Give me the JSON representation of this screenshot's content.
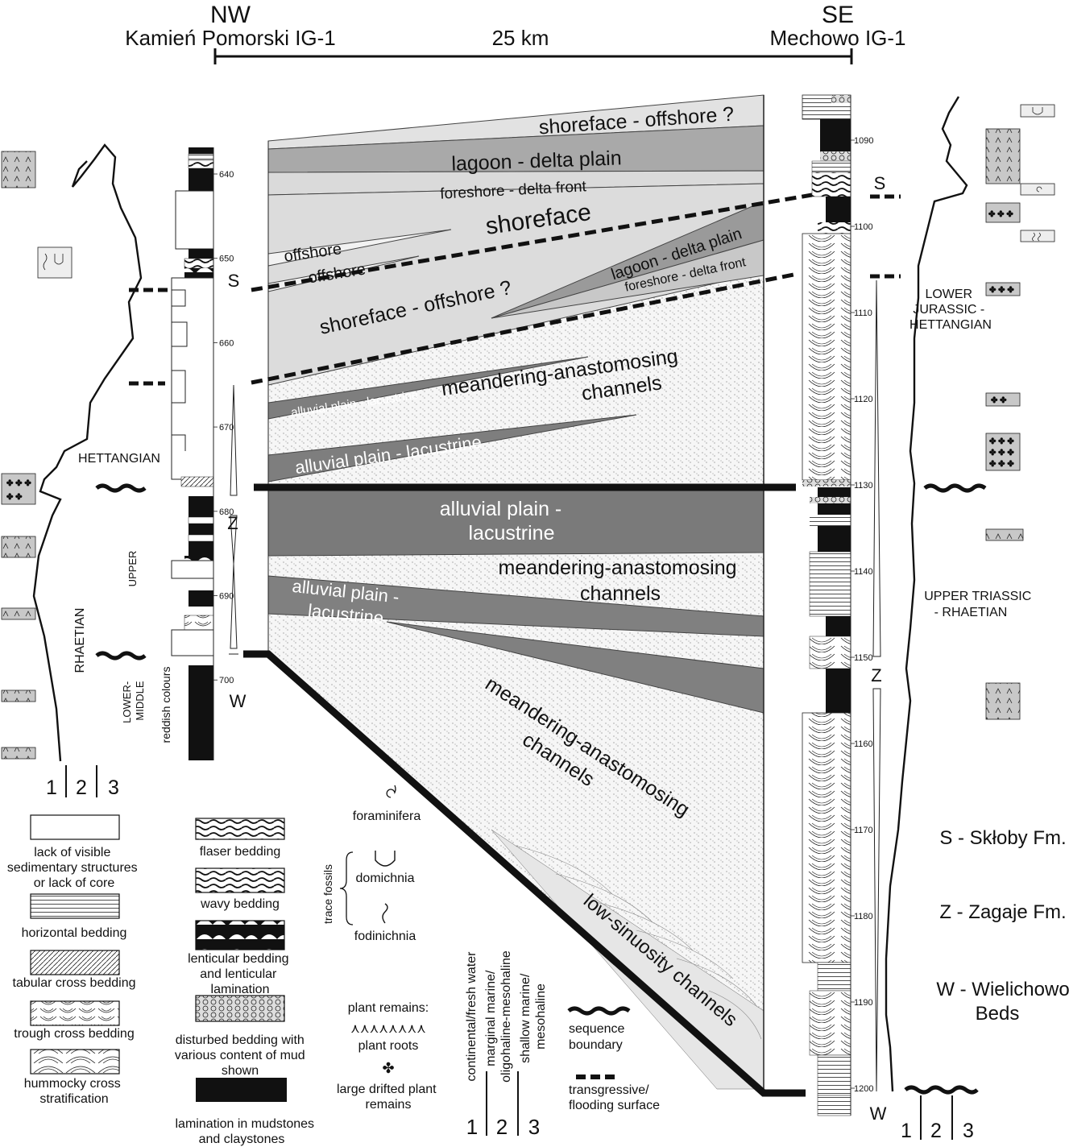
{
  "header": {
    "nw_label": "NW",
    "nw_well": "Kamień Pomorski IG-1",
    "distance": "25 km",
    "se_label": "SE",
    "se_well": "Mechowo IG-1"
  },
  "left_well": {
    "depth_ticks": [
      "640",
      "650",
      "660",
      "670",
      "680",
      "690",
      "700"
    ],
    "sequence_letters": {
      "s": "S",
      "z": "Z",
      "w": "W"
    },
    "stage_labels": {
      "hettangian": "HETTANGIAN",
      "rhaetian": "RHAETIAN",
      "upper": "UPPER",
      "lower_middle": "LOWER-\nMIDDLE"
    },
    "reddish": "reddish colours",
    "curve_axis": [
      "1",
      "2",
      "3"
    ]
  },
  "right_well": {
    "depth_ticks": [
      "1090",
      "1100",
      "1110",
      "1120",
      "1130",
      "1140",
      "1150",
      "1160",
      "1170",
      "1180",
      "1190",
      "1200"
    ],
    "sequence_letters": {
      "s": "S",
      "z": "Z",
      "w": "W"
    },
    "lower_jurassic": [
      "LOWER",
      "JURASSIC -",
      "HETTANGIAN"
    ],
    "upper_triassic": [
      "UPPER TRIASSIC",
      "- RHAETIAN"
    ],
    "curve_axis": [
      "1",
      "2",
      "3"
    ]
  },
  "facies": {
    "shoreface_offshore_top": "shoreface - offshore ?",
    "lagoon_top": "lagoon - delta plain",
    "foreshore_top": "foreshore - delta front",
    "shoreface": "shoreface",
    "offshore_1": "offshore",
    "offshore_2": "offshore",
    "lagoon_mid": "lagoon - delta plain",
    "foreshore_mid": "foreshore - delta front",
    "shoreface_offshore_mid": "shoreface - offshore ?",
    "alluvial_1": "alluvial plain - lacustrine",
    "meander_1": [
      "meandering-anastomosing",
      "channels"
    ],
    "alluvial_2": "alluvial plain - lacustrine",
    "alluvial_3": [
      "alluvial plain -",
      "lacustrine"
    ],
    "meander_2": [
      "meandering-anastomosing",
      "channels"
    ],
    "alluvial_4": [
      "alluvial plain -",
      "lacustrine"
    ],
    "meander_3": [
      "meandering-anastomosing",
      "channels"
    ],
    "low_sinuosity": "low-sinuosity channels"
  },
  "formations": {
    "s": "S - Skłoby Fm.",
    "z": "Z - Zagaje Fm.",
    "w1": "W - Wielichowo",
    "w2": "Beds"
  },
  "legend": {
    "col1": [
      [
        "lack of visible",
        "sedimentary structures",
        "or lack of core"
      ],
      [
        "horizontal bedding"
      ],
      [
        "tabular cross bedding"
      ],
      [
        "trough cross bedding"
      ],
      [
        "hummocky cross",
        "stratification"
      ]
    ],
    "col2": [
      [
        "flaser bedding"
      ],
      [
        "wavy bedding"
      ],
      [
        "lenticular bedding",
        "and lenticular",
        "lamination"
      ],
      [
        "disturbed bedding with",
        "various content of mud",
        "shown"
      ],
      [
        "lamination in mudstones",
        "and claystones"
      ]
    ],
    "foraminifera": "foraminifera",
    "trace_fossils": "trace fossils",
    "domichnia": "domichnia",
    "fodinichnia": "fodinichnia",
    "plant_remains": "plant remains:",
    "plant_roots": "plant roots",
    "large_plant": [
      "large drifted plant",
      "remains"
    ],
    "salinity": {
      "n1": "1",
      "n2": "2",
      "n3": "3",
      "l1": "continental/fresh water",
      "l2": [
        "marginal marine/",
        "oligohaline-mesohaline"
      ],
      "l3": [
        "shallow marine/",
        "mesohaline"
      ]
    },
    "sequence_boundary": [
      "sequence",
      "boundary"
    ],
    "flooding": [
      "transgressive/",
      "flooding surface"
    ]
  }
}
